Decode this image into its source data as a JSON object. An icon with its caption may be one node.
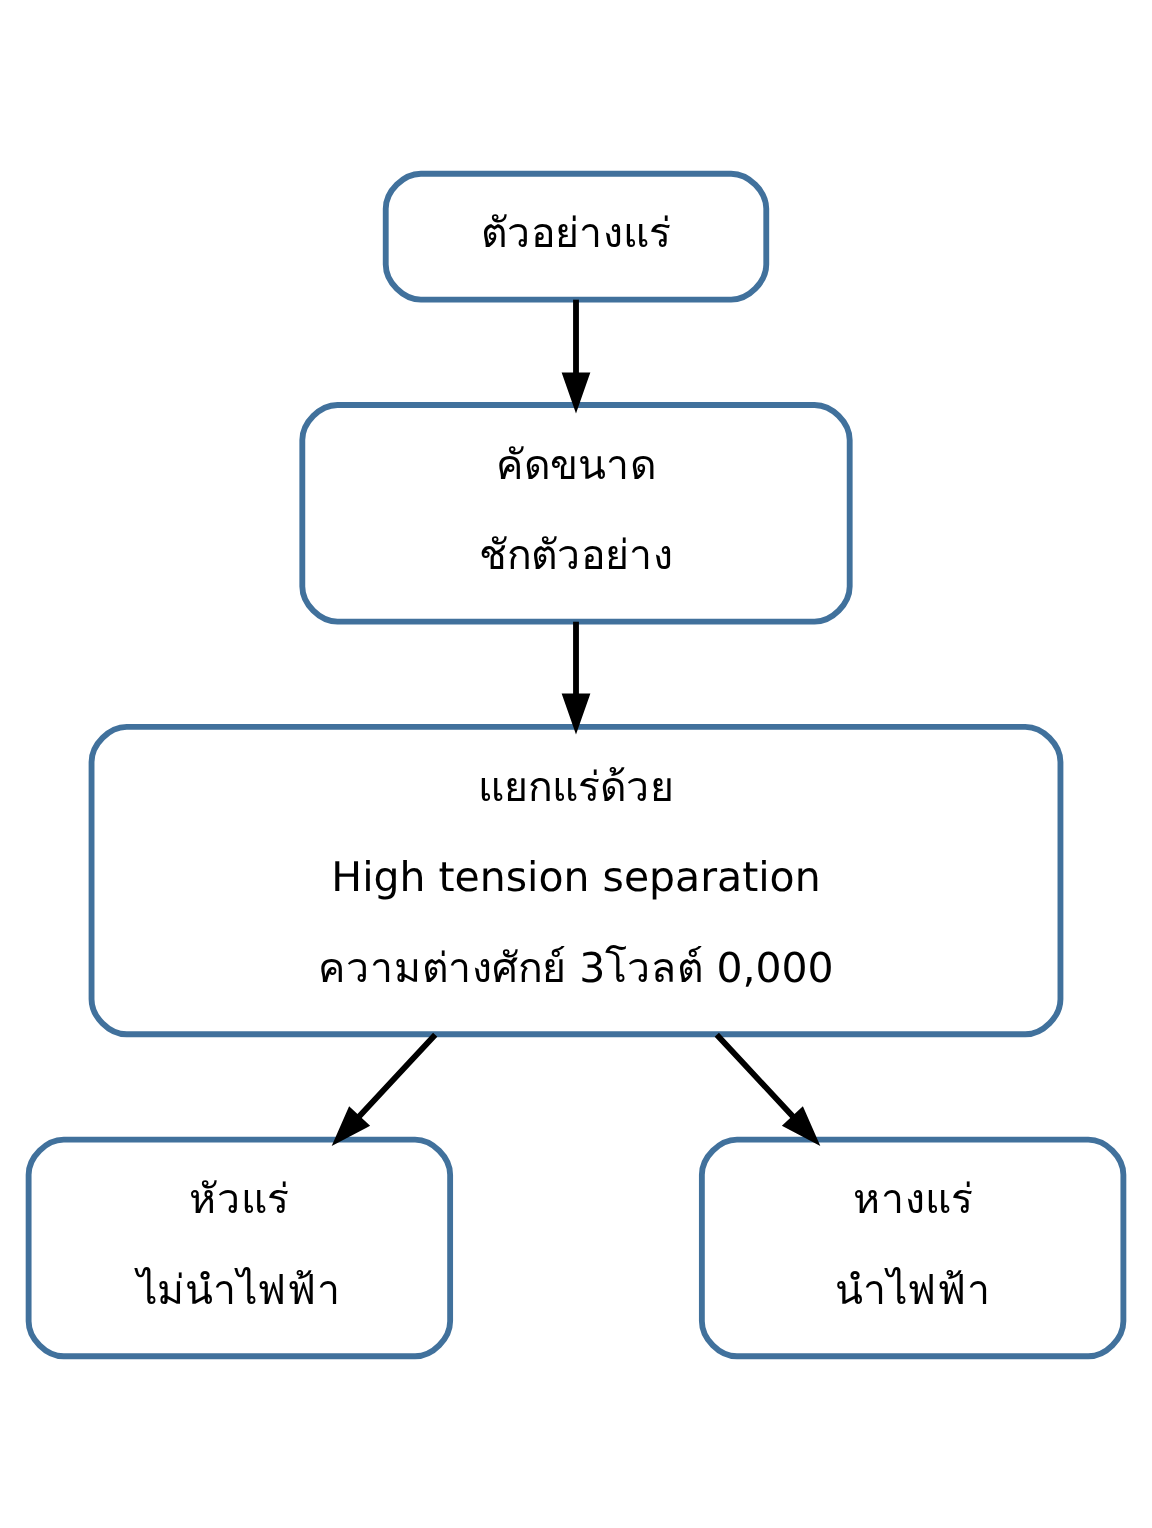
{
  "diagram": {
    "nodes": [
      {
        "text": [
          "ตัวอย่างแร่"
        ]
      },
      {
        "text": [
          "คัดขนาด",
          "ชักตัวอย่าง"
        ]
      },
      {
        "text": [
          "แยกแร่ด้วย",
          "High tension separation",
          "ความต่างศักย์ 3โวลต์ 0,000"
        ]
      },
      {
        "text": [
          "หัวแร่",
          "ไม่นำไฟฟ้า"
        ]
      },
      {
        "text": [
          "หางแร่",
          "นำไฟฟ้า"
        ]
      }
    ],
    "edges": [
      {
        "from": 0,
        "to": 1,
        "arrow": "to"
      },
      {
        "from": 1,
        "to": 2,
        "arrow": "to"
      },
      {
        "from": 2,
        "to": 3,
        "arrow": "to"
      },
      {
        "from": 2,
        "to": 4,
        "arrow": "to"
      }
    ]
  }
}
